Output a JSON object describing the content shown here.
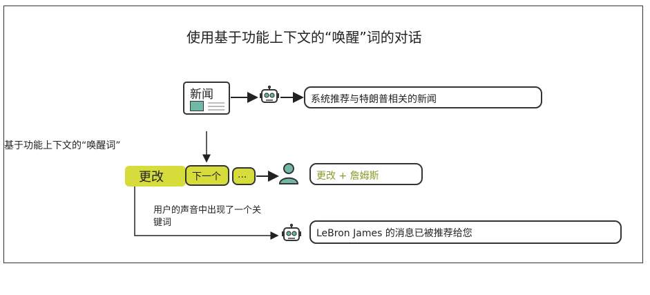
{
  "title": "使用基于功能上下文的“唤醒”词的对话",
  "news_card": {
    "label": "新闻"
  },
  "bot_reply_1": "系统推荐与特朗普相关的新闻",
  "context_label": "基于功能上下文的“唤醒词”",
  "command": {
    "change": "更改",
    "next": "下一个",
    "more": "..."
  },
  "user_utterance": "更改 + 詹姆斯",
  "keyword_note": "用户的声音中出现了一个关键词",
  "bot_reply_2": "LeBron James 的消息已被推荐给您",
  "colors": {
    "highlight": "#d6dc3c",
    "teal": "#6fb7a6",
    "user_text": "#8a9a2a"
  },
  "icons": [
    "newspaper-icon",
    "robot-icon",
    "user-icon"
  ]
}
